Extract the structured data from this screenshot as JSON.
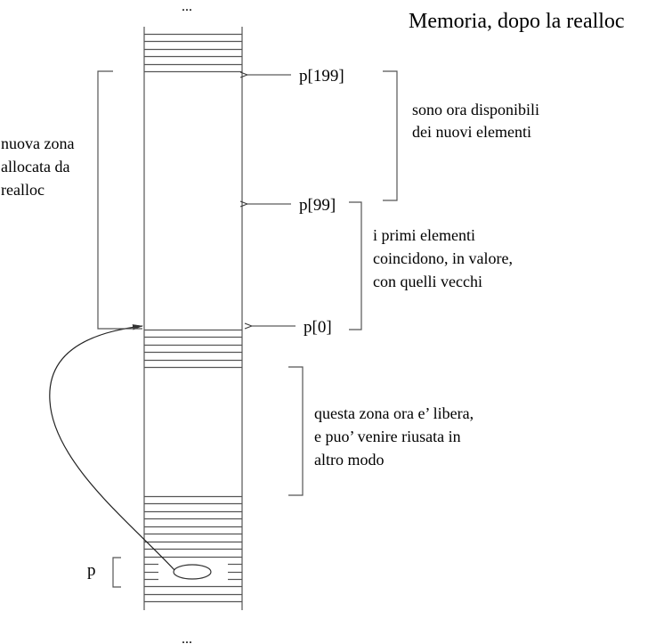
{
  "title": "Memoria, dopo la realloc",
  "ellipsis_top": "...",
  "ellipsis_bottom": "...",
  "pointers": {
    "p199": "p[199]",
    "p99": "p[99]",
    "p0": "p[0]",
    "p": "p"
  },
  "annotations": {
    "new_zone": [
      "nuova zona",
      "allocata da",
      "realloc"
    ],
    "new_elements": [
      "sono ora disponibili",
      "dei nuovi elementi"
    ],
    "first_elements": [
      "i primi elementi",
      "coincidono, in valore,",
      "con quelli vecchi"
    ],
    "free_zone": [
      "questa zona ora e’ libera,",
      "e puo’ venire riusata in",
      "altro modo"
    ]
  },
  "colors": {
    "line": "#555555",
    "text": "#000000",
    "background": "#ffffff"
  }
}
